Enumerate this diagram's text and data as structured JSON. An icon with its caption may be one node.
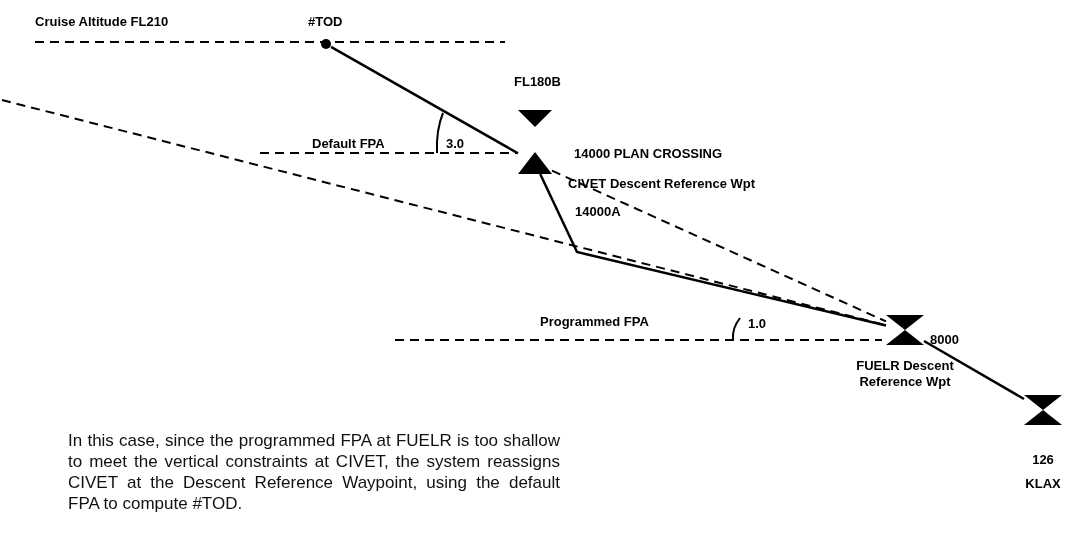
{
  "diagram": {
    "nodes": [
      {
        "text": [],
        "shape": "circle",
        "beside": [
          "#TOD"
        ]
      },
      {
        "text": [],
        "shape": "triangle",
        "beside": [
          "14000 PLAN CROSSING",
          "CIVET Descent Reference Wpt",
          "14000A"
        ]
      },
      {
        "text": [],
        "shape": "hourglass",
        "beside": [
          "8000",
          "FUELR Descent Reference Wpt"
        ]
      },
      {
        "text": [],
        "shape": "hourglass",
        "beside": [
          "126",
          "KLAX"
        ]
      }
    ],
    "edges": [
      {
        "from": 0,
        "to": 1,
        "arrow": "none"
      },
      {
        "from": 1,
        "to": 2,
        "arrow": "none"
      },
      {
        "from": 2,
        "to": 3,
        "arrow": "none"
      },
      {
        "from": 1,
        "to": 2,
        "arrow": "none",
        "style": "dashed"
      },
      {
        "from": null,
        "to": 2,
        "arrow": "none",
        "style": "dashed"
      }
    ],
    "labels": [
      "Cruise Altitude FL210",
      "FL180B",
      "Default FPA",
      "3.0",
      "Programmed FPA",
      "1.0",
      "In this case, since the programmed FPA at FUELR is too shallow to meet the vertical constraints at CIVET, the system reassigns CIVET at the Descent Reference Waypoint, using the default FPA to compute #TOD."
    ]
  }
}
